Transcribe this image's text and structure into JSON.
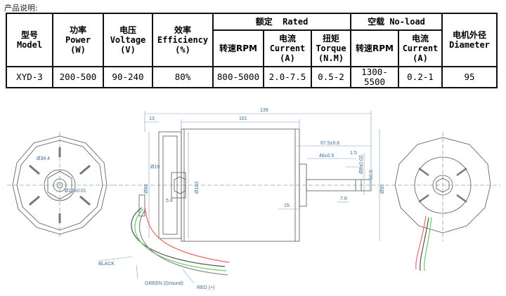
{
  "caption": "产品说明:",
  "table": {
    "headers": {
      "model": {
        "zh": "型号",
        "en": "Model"
      },
      "power": {
        "zh": "功率",
        "en": "Power",
        "unit": "(W)"
      },
      "voltage": {
        "zh": "电压",
        "en": "Voltage",
        "unit": "(V)"
      },
      "efficiency": {
        "zh": "效率",
        "en": "Efficiency",
        "unit": "(%)"
      },
      "rated": {
        "zh": "额定",
        "en": "Rated"
      },
      "noload": {
        "zh": "空载",
        "en": "No-load"
      },
      "rated_rpm": "转速RPM",
      "rated_current": {
        "zh": "电流",
        "en": "Current",
        "unit": "(A)"
      },
      "rated_torque": {
        "zh": "扭矩",
        "en": "Torque",
        "unit": "(N.M)"
      },
      "noload_rpm": "转速RPM",
      "noload_current": {
        "zh": "电流",
        "en": "Current",
        "unit": "(A)"
      },
      "diameter": {
        "zh": "电机外径",
        "en": "Diameter"
      }
    },
    "row": {
      "model": "XYD-3",
      "power": "200-500",
      "voltage": "90-240",
      "efficiency": "80%",
      "rated_rpm": "800-5000",
      "rated_current": "2.0-7.5",
      "rated_torque": "0.5-2",
      "noload_rpm": "1300-5500",
      "noload_current": "0.2-1",
      "diameter": "95"
    }
  },
  "drawing": {
    "dims": {
      "total_length": "139",
      "body_length": "101",
      "small_13": "13",
      "d34": "Ø34.4",
      "d12": "Ø12±0.01",
      "d19": "Ø19",
      "d80": "Ø80",
      "d103": "Ø103",
      "d95": "Ø95",
      "shaft_len": "67.5±0.8",
      "shaft_48": "48±0.5",
      "d8": "Ø8±0.02",
      "flat_10": "10.0",
      "flat_15": "1.5",
      "flat_78": "7.8",
      "d5_8": "5.8",
      "len_15": "15"
    },
    "wires": {
      "black": "BLACK",
      "green": "GREEN (Ground)",
      "red": "RED (+)"
    }
  }
}
